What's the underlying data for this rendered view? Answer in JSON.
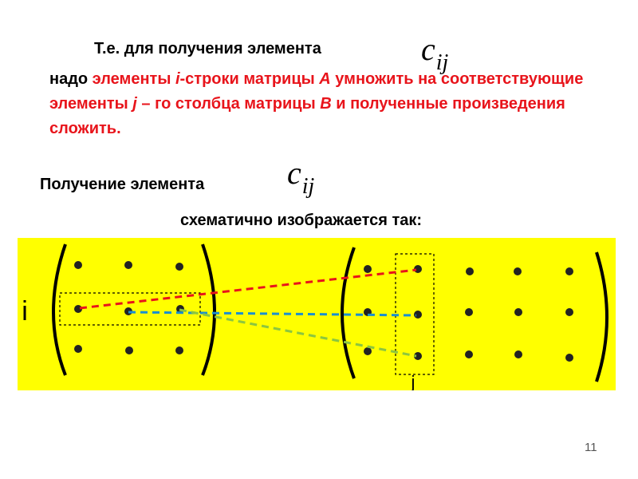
{
  "heading": {
    "prefix": "Т.е. для получения элемента",
    "symbol_main": "c",
    "symbol_sub": "ij"
  },
  "paragraph": {
    "part1": "надо ",
    "part2": "элементы ",
    "part3": "i",
    "part4": "-строки матрицы ",
    "part5": "A",
    "part6": " умножить на соответствующие элементы ",
    "part7": "j",
    "part8": " – го столбца матрицы ",
    "part9": "B",
    "part10": " и полученные произведения сложить."
  },
  "subheading": {
    "prefix": "Получение элемента",
    "symbol_main": "c",
    "symbol_sub": "ij"
  },
  "caption": "схематично изображается так:",
  "scheme": {
    "row_label": "i",
    "column_label": "j",
    "background_color": "#ffff00",
    "line_colors": [
      "#e8141b",
      "#1a8fd0",
      "#8cc63f"
    ]
  },
  "page_number": "11"
}
